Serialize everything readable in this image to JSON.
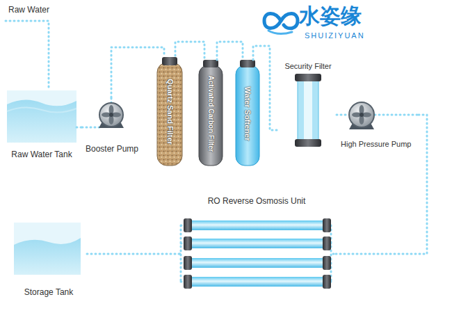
{
  "diagram": {
    "nodes": [
      {
        "text": [
          "Raw Water Tank"
        ]
      },
      {
        "text": [
          "Booster Pump"
        ]
      },
      {
        "text": [
          "Quartz Sand Filter"
        ]
      },
      {
        "text": [
          "Activated Carbon Filter"
        ]
      },
      {
        "text": [
          "Water Softener"
        ]
      },
      {
        "text": [
          "Security Filter"
        ]
      },
      {
        "text": [
          "High Pressure Pump"
        ]
      },
      {
        "text": [
          "RO Reverse Osmosis Unit"
        ]
      },
      {
        "text": [
          "Storage Tank"
        ]
      }
    ],
    "edges": [
      {
        "from": 0,
        "to": 1,
        "arrow": "none"
      },
      {
        "from": 1,
        "to": 2,
        "arrow": "none"
      },
      {
        "from": 2,
        "to": 3,
        "arrow": "none"
      },
      {
        "from": 3,
        "to": 4,
        "arrow": "none"
      },
      {
        "from": 4,
        "to": 5,
        "arrow": "none"
      },
      {
        "from": 5,
        "to": 6,
        "arrow": "none"
      },
      {
        "from": 6,
        "to": 7,
        "arrow": "none"
      },
      {
        "from": 7,
        "to": 8,
        "arrow": "none"
      }
    ],
    "labels": [
      "Raw Water",
      "水姿缘",
      "SHUIZIYUAN"
    ]
  }
}
